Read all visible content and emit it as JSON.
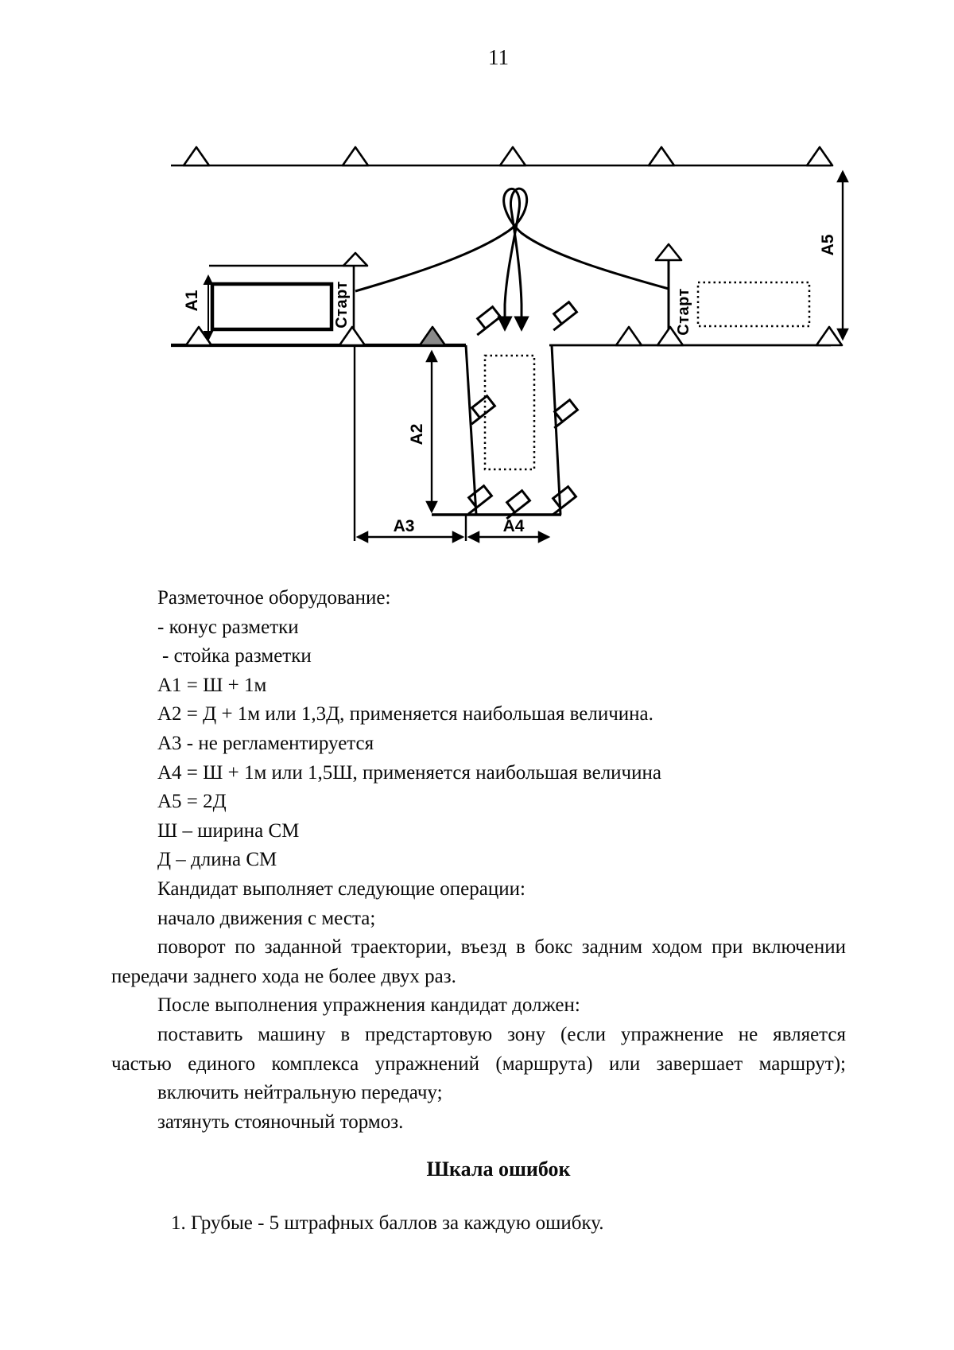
{
  "page_number": "11",
  "diagram": {
    "dim_labels": {
      "a1": "А1",
      "a2": "А2",
      "a3": "А3",
      "a4": "А4",
      "a5": "А5"
    },
    "start_label_left": "Старт",
    "start_label_right": "Старт"
  },
  "body": {
    "lines": [
      "Разметочное оборудование:",
      "- конус разметки",
      "- стойка разметки",
      "А1 = Ш + 1м",
      "А2 =  Д + 1м или 1,3Д, применяется наибольшая величина.",
      "А3 - не регламентируется",
      "А4 = Ш + 1м или 1,5Ш, применяется наибольшая величина",
      "А5 = 2Д",
      "Ш – ширина СМ",
      "Д – длина СМ",
      "Кандидат выполняет следующие операции:",
      "начало движения с места;",
      "поворот по заданной траектории, въезд в бокс задним ходом при включении",
      "передачи заднего хода не более двух раз.",
      "После выполнения упражнения кандидат должен:",
      "поставить машину в предстартовую зону (если упражнение не является",
      "частью единого комплекса упражнений (маршрута) или завершает маршрут);",
      "включить нейтральную передачу;",
      "затянуть стояночный тормоз."
    ],
    "heading": "Шкала ошибок",
    "item": "1. Грубые - 5 штрафных баллов за каждую ошибку."
  }
}
